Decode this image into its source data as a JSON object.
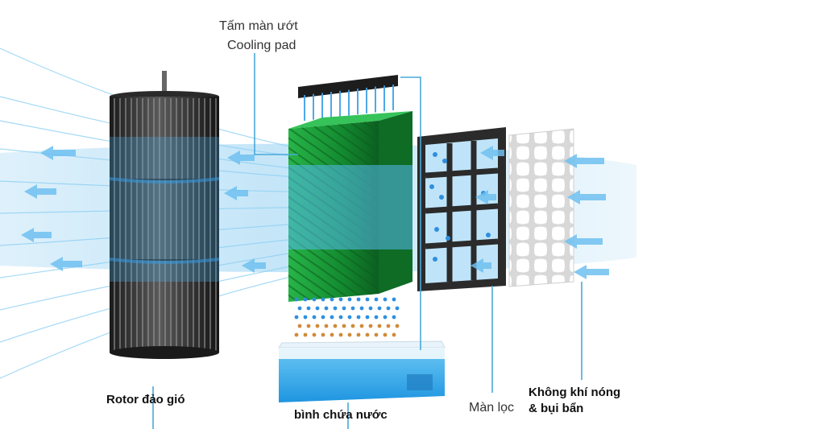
{
  "labels": {
    "cooling_pad_line1": "Tấm màn ướt",
    "cooling_pad_line2": "Cooling pad",
    "rotor": "Rotor đảo gió",
    "water_tank": "bình chứa nước",
    "filter": "Màn lọc",
    "hot_air_line1": "Không khí nóng",
    "hot_air_line2": "& bụi bẩn"
  },
  "colors": {
    "air_blue": "#5bb6ee",
    "pad_green": "#1a9a3a",
    "frame_dark": "#2b2b2b",
    "water_blue": "#2ea3ea",
    "leader_line": "#4aa8d8"
  },
  "icons": [
    "airflow-arrow",
    "water-droplet"
  ]
}
